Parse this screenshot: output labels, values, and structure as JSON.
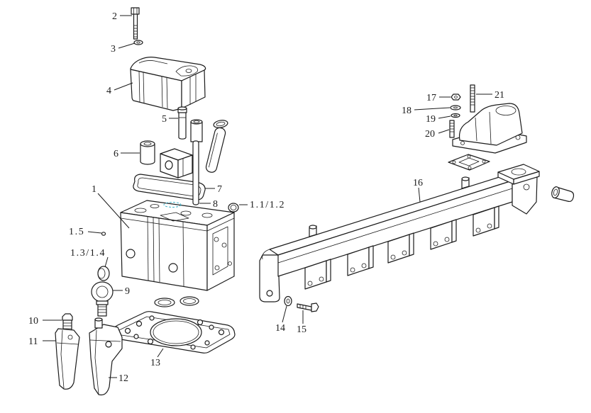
{
  "diagram": {
    "line_color": "#1c1c1c",
    "accent_color": "#3fb3c9",
    "background": "#ffffff"
  },
  "labels": {
    "p1": "1",
    "p1_1": "1.1/1.2",
    "p1_3": "1.3/1.4",
    "p1_5": "1.5",
    "p2": "2",
    "p3": "3",
    "p4": "4",
    "p5": "5",
    "p6": "6",
    "p7": "7",
    "p8": "8",
    "p9": "9",
    "p10": "10",
    "p11": "11",
    "p12": "12",
    "p13": "13",
    "p14": "14",
    "p15": "15",
    "p16": "16",
    "p17": "17",
    "p18": "18",
    "p19": "19",
    "p20": "20",
    "p21": "21"
  }
}
